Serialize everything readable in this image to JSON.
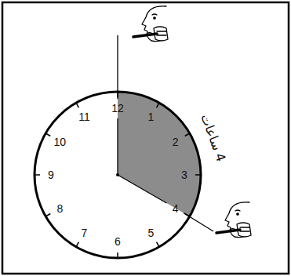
{
  "diagram": {
    "labels": [
      "12",
      "1",
      "2",
      "3",
      "4",
      "5",
      "6",
      "7",
      "8",
      "9",
      "10",
      "11",
      "4 ساعات"
    ]
  }
}
